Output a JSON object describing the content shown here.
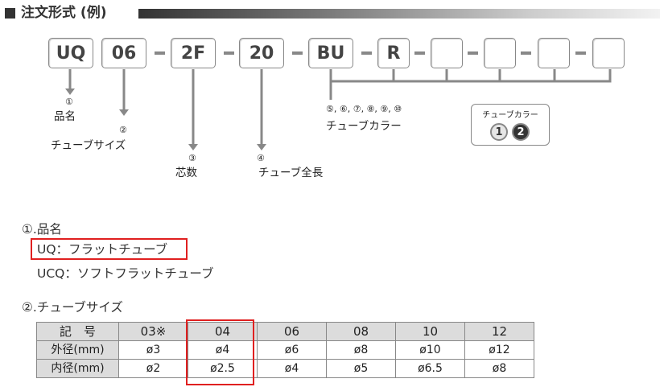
{
  "header": {
    "title": "注文形式 (例)"
  },
  "code_boxes": [
    "UQ",
    "06",
    "2F",
    "20",
    "BU",
    "R",
    "",
    "",
    "",
    ""
  ],
  "annotations": {
    "a1": {
      "num": "①",
      "label": "品名"
    },
    "a2": {
      "num": "②",
      "label": "チューブサイズ"
    },
    "a3": {
      "num": "③",
      "label": "芯数"
    },
    "a4": {
      "num": "④",
      "label": "チューブ全長"
    },
    "a5": {
      "nums": "⑤, ⑥, ⑦, ⑧, ⑨, ⑩",
      "label": "チューブカラー"
    }
  },
  "color_badge": {
    "label": "チューブカラー",
    "c1": "1",
    "c2": "2",
    "colors": {
      "c1": "#e6e6e6",
      "c2": "#333333"
    }
  },
  "section1": {
    "title": "①.品名",
    "items": [
      {
        "code": "UQ",
        "sep": "：",
        "name": "フラットチューブ"
      },
      {
        "code": "UCQ",
        "sep": "：",
        "name": "ソフトフラットチューブ"
      }
    ]
  },
  "section2": {
    "title": "②.チューブサイズ",
    "table": {
      "header": [
        "記　号",
        "03※",
        "04",
        "06",
        "08",
        "10",
        "12"
      ],
      "rows": [
        [
          "外径(mm)",
          "ø3",
          "ø4",
          "ø6",
          "ø8",
          "ø10",
          "ø12"
        ],
        [
          "内径(mm)",
          "ø2",
          "ø2.5",
          "ø4",
          "ø5",
          "ø6.5",
          "ø8"
        ]
      ]
    }
  },
  "highlight_color": "#e02020"
}
